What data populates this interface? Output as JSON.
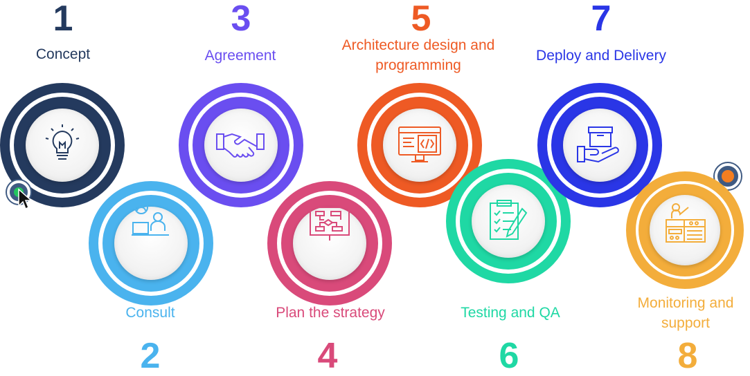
{
  "steps": [
    {
      "number": "1",
      "label": "Concept",
      "color": "#243a5e",
      "icon": "lightbulb-icon"
    },
    {
      "number": "2",
      "label": "Consult",
      "color": "#4ab3ee",
      "icon": "consultant-icon"
    },
    {
      "number": "3",
      "label": "Agreement",
      "color": "#6a4ef0",
      "icon": "handshake-icon"
    },
    {
      "number": "4",
      "label": "Plan the strategy",
      "color": "#d94a7a",
      "icon": "flowchart-board-icon"
    },
    {
      "number": "5",
      "label": "Architecture design and programming",
      "color": "#ee5a24",
      "icon": "code-monitor-icon"
    },
    {
      "number": "6",
      "label": "Testing and QA",
      "color": "#1fd8a4",
      "icon": "checklist-icon"
    },
    {
      "number": "7",
      "label": "Deploy and Delivery",
      "color": "#2a36e6",
      "icon": "box-delivery-icon"
    },
    {
      "number": "8",
      "label": "Monitoring and support",
      "color": "#f3ad3b",
      "icon": "dashboard-presenter-icon"
    }
  ],
  "start_marker_color": "#22c55e",
  "end_marker_color": "#f47e20"
}
